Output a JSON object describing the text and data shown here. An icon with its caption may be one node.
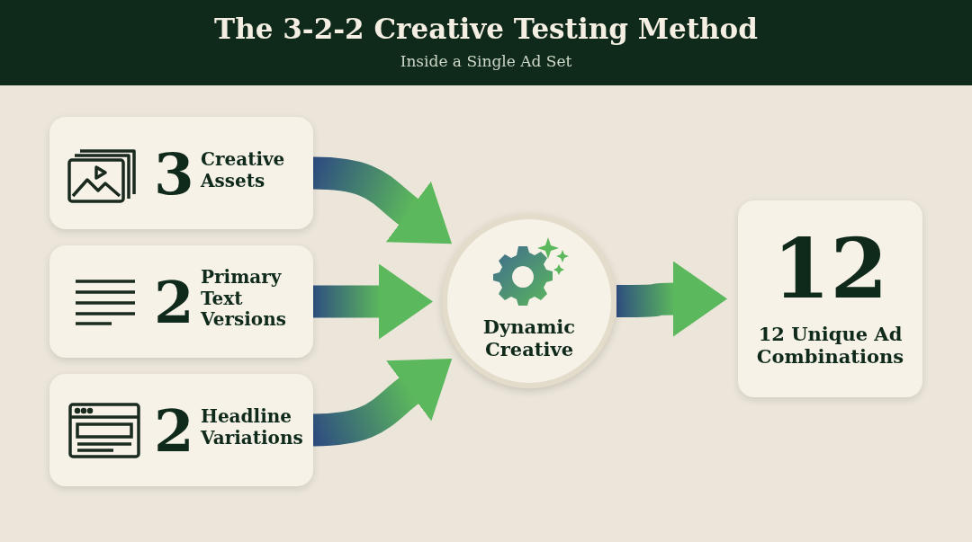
{
  "diagram": {
    "title": "The 3-2-2 Creative Testing Method",
    "nodes": [
      {
        "text": [
          "3",
          "Creative Assets"
        ]
      },
      {
        "text": [
          "2",
          "Primary Text Versions"
        ]
      },
      {
        "text": [
          "2",
          "Headline Variations"
        ]
      },
      {
        "text": [
          "Dynamic Creative"
        ]
      },
      {
        "text": [
          "12",
          "12 Unique Ad Combinations"
        ]
      }
    ],
    "edges": [
      {
        "from": 0,
        "to": 3,
        "arrow": "to",
        "style": "thick"
      },
      {
        "from": 1,
        "to": 3,
        "arrow": "to",
        "style": "thick"
      },
      {
        "from": 2,
        "to": 3,
        "arrow": "to",
        "style": "thick"
      },
      {
        "from": 3,
        "to": 4,
        "arrow": "to",
        "style": "thick"
      }
    ],
    "labels": [
      "Inside a Single Ad Set"
    ]
  }
}
